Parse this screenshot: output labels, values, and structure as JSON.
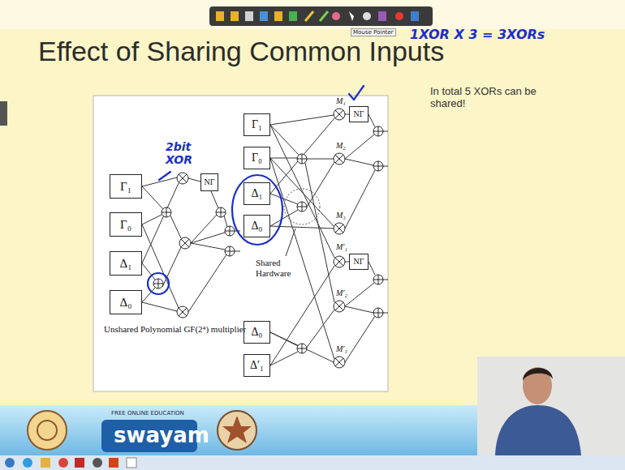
{
  "diagram": {
    "title": "Effect of Sharing Common Inputs",
    "nodes": [
      {
        "text": [
          "Γ₁"
        ]
      },
      {
        "text": [
          "Γ₀"
        ]
      },
      {
        "text": [
          "Δ₁"
        ]
      },
      {
        "text": [
          "Δ₀"
        ]
      },
      {
        "text": [
          "NΓ"
        ]
      },
      {
        "text": [
          "Γ₁"
        ]
      },
      {
        "text": [
          "Γ₀"
        ]
      },
      {
        "text": [
          "Δ₁"
        ]
      },
      {
        "text": [
          "Δ₀"
        ]
      },
      {
        "text": [
          "NΓ"
        ]
      },
      {
        "text": [
          "NΓ"
        ]
      },
      {
        "text": [
          "Δ₀"
        ]
      },
      {
        "text": [
          "Δ′₁"
        ]
      }
    ],
    "labels": [
      "Unshared Polynomial GF(2⁴) multiplier",
      "Shared Hardware",
      "M₁",
      "M₂",
      "M₃",
      "M′₁",
      "M′₂",
      "M′₃",
      "In total 5 XORs can be shared!",
      "1XOR X 3 = 3XORs",
      "2bit XOR",
      "FREE ONLINE EDUCATION",
      "swayam",
      "Mouse Pointer"
    ]
  }
}
